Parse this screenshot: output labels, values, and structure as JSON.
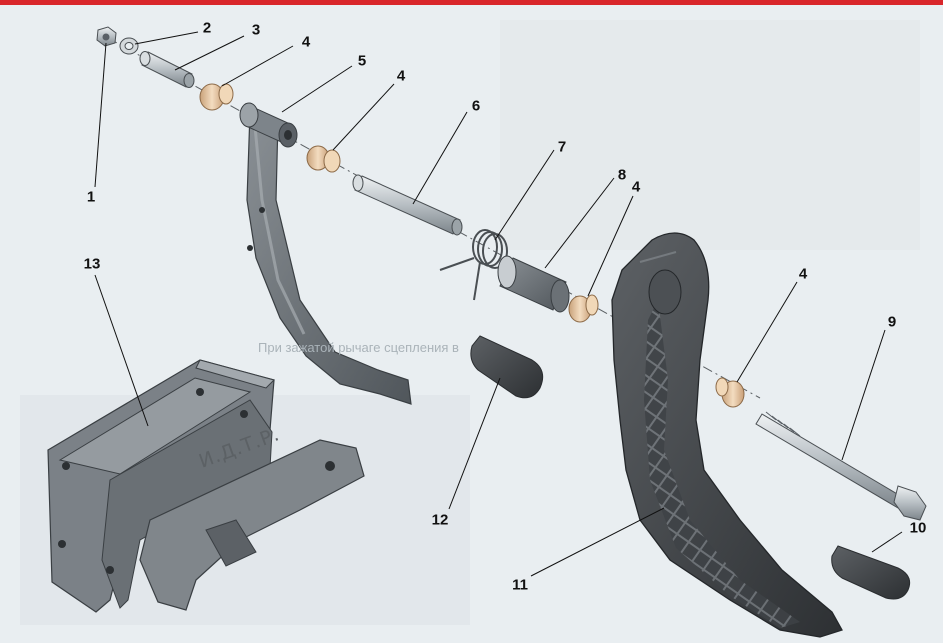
{
  "figure": {
    "accent_color": "#d9262b",
    "background_color": "#e6ebee",
    "part_color": "#6d7378",
    "bushing_color": "#e7c9a6",
    "stamp_text": "И.Д.Т.Р.",
    "bleed_through_text": "При зажатой рычаге сцепления в"
  },
  "callouts": [
    {
      "id": "1",
      "label": "1",
      "part": "nut"
    },
    {
      "id": "2",
      "label": "2",
      "part": "washer"
    },
    {
      "id": "3",
      "label": "3",
      "part": "sleeve"
    },
    {
      "id": "4a",
      "label": "4",
      "part": "bushing"
    },
    {
      "id": "5",
      "label": "5",
      "part": "clutch-pedal-lever"
    },
    {
      "id": "4b",
      "label": "4",
      "part": "bushing"
    },
    {
      "id": "6",
      "label": "6",
      "part": "pedal-axle"
    },
    {
      "id": "7",
      "label": "7",
      "part": "return-spring"
    },
    {
      "id": "8",
      "label": "8",
      "part": "spacer-sleeve"
    },
    {
      "id": "4c",
      "label": "4",
      "part": "bushing"
    },
    {
      "id": "4d",
      "label": "4",
      "part": "bushing"
    },
    {
      "id": "9",
      "label": "9",
      "part": "bolt"
    },
    {
      "id": "10",
      "label": "10",
      "part": "pad"
    },
    {
      "id": "11",
      "label": "11",
      "part": "brake-pedal-lever"
    },
    {
      "id": "12",
      "label": "12",
      "part": "pad"
    },
    {
      "id": "13",
      "label": "13",
      "part": "pedal-bracket"
    }
  ]
}
